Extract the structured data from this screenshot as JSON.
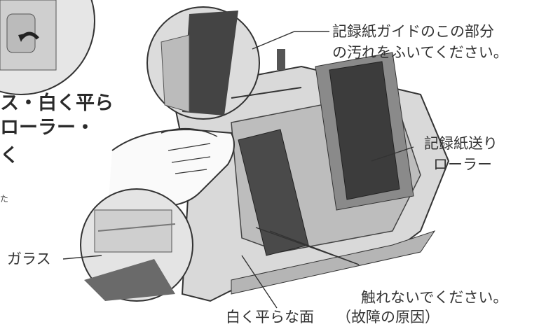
{
  "heading": {
    "line1": "ス・白く平ら",
    "line2": "ローラー・",
    "line3": "く"
  },
  "heading_note": "た",
  "callouts": {
    "guide_line1": "記録紙ガイドのこの部分",
    "guide_line2": "の汚れをふいてください。",
    "roller_line1": "記録紙送り",
    "roller_line2": "ローラー",
    "glass": "ガラス",
    "white_flat": "白く平らな面",
    "no_touch_line1": "触れないでください。",
    "no_touch_line2": "（故障の原因）"
  },
  "icons": {
    "inset_top": "magnify-inset-icon",
    "inset_glass": "magnify-inset-icon",
    "rotate_arrow": "rotate-arrow-icon"
  }
}
